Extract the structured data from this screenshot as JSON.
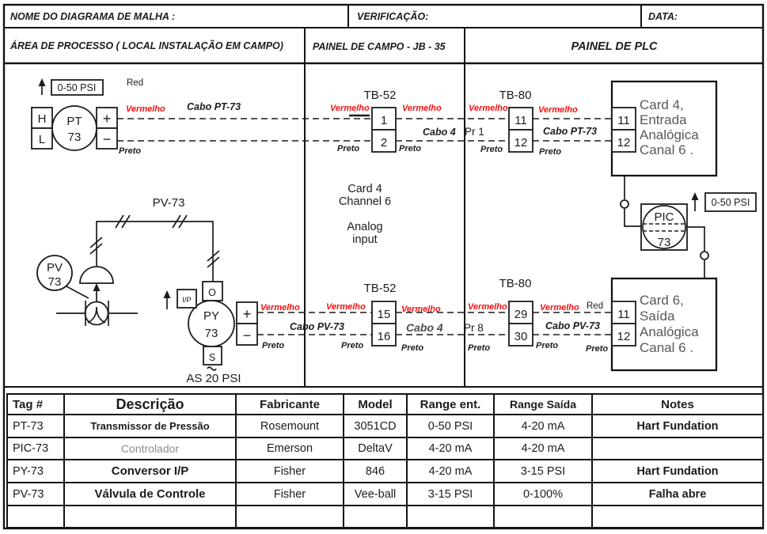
{
  "sheet": {
    "title_label": "NOME DO DIAGRAMA DE MALHA :",
    "verification_label": "VERIFICAÇÃO:",
    "date_label": "DATA:",
    "zone_field": "ÁREA DE PROCESSO ( LOCAL INSTALAÇÃO EM CAMPO)",
    "zone_jb": "PAINEL DE CAMPO - JB - 35",
    "zone_plc": "PAINEL DE PLC"
  },
  "diagram": {
    "pt": {
      "tag_top": "PT",
      "tag_bottom": "73",
      "h": "H",
      "l": "L",
      "plus": "+",
      "minus": "−",
      "range": "0-50 PSI",
      "red_en": "Red"
    },
    "pic": {
      "tag_top": "PIC",
      "tag_bottom": "73",
      "range": "0-50 PSI"
    },
    "py": {
      "tag_top": "PY",
      "tag_bottom": "73",
      "o": "O",
      "s": "S",
      "plus": "+",
      "minus": "−",
      "ip": "I/P",
      "air_supply": "AS 20 PSI"
    },
    "pv": {
      "bubble_top": "PV",
      "bubble_bottom": "73",
      "line_label": "PV-73"
    },
    "tb52_top": {
      "title": "TB-52",
      "t1": "1",
      "t2": "2"
    },
    "tb80_top": {
      "title": "TB-80",
      "t1": "11",
      "t2": "12"
    },
    "tb52_bot": {
      "title": "TB-52",
      "t1": "15",
      "t2": "16"
    },
    "tb80_bot": {
      "title": "TB-80",
      "t1": "29",
      "t2": "30"
    },
    "card4": {
      "t1": "11",
      "t2": "12",
      "lines": [
        "Card 4,",
        "Entrada",
        "Analógica",
        "Canal 6 ."
      ]
    },
    "card6": {
      "t1": "11",
      "t2": "12",
      "lines": [
        "Card 6,",
        "Saída",
        "Analógica",
        "Canal 6 ."
      ]
    },
    "jb_note": {
      "lines": [
        "Card 4",
        "Channel 6",
        "Analog",
        "input"
      ]
    },
    "wires": {
      "red_label": "Vermelho",
      "black_label": "Preto",
      "red_en": "Red",
      "cable_pt": "Cabo PT-73",
      "cable_pv": "Cabo PV-73",
      "cable4": "Cabo 4",
      "pair1": "Pr 1",
      "pair8": "Pr 8"
    }
  },
  "table": {
    "headers": {
      "tag": "Tag #",
      "desc": "Descrição",
      "fab": "Fabricante",
      "model": "Model",
      "range_in": "Range ent.",
      "range_out": "Range Saída",
      "notes": "Notes"
    },
    "rows": [
      {
        "tag": "PT-73",
        "desc": "Transmissor de Pressão",
        "fab": "Rosemount",
        "model": "3051CD",
        "range_in": "0-50 PSI",
        "range_out": "4-20 mA",
        "notes": "Hart Fundation"
      },
      {
        "tag": "PIC-73",
        "desc": "Controlador",
        "fab": "Emerson",
        "model": "DeltaV",
        "range_in": "4-20 mA",
        "range_out": "4-20 mA",
        "notes": ""
      },
      {
        "tag": "PY-73",
        "desc": "Conversor I/P",
        "fab": "Fisher",
        "model": "846",
        "range_in": "4-20 mA",
        "range_out": "3-15 PSI",
        "notes": "Hart Fundation"
      },
      {
        "tag": "PV-73",
        "desc": "Válvula de Controle",
        "fab": "Fisher",
        "model": "Vee-ball",
        "range_in": "3-15 PSI",
        "range_out": "0-100%",
        "notes": "Falha abre"
      },
      {
        "tag": "",
        "desc": "",
        "fab": "",
        "model": "",
        "range_in": "",
        "range_out": "",
        "notes": ""
      }
    ]
  },
  "colors": {
    "label_red": "#f60f0f",
    "card_gray": "#595959",
    "muted_gray": "#8f8f8f",
    "ink": "#1c1c1c"
  }
}
